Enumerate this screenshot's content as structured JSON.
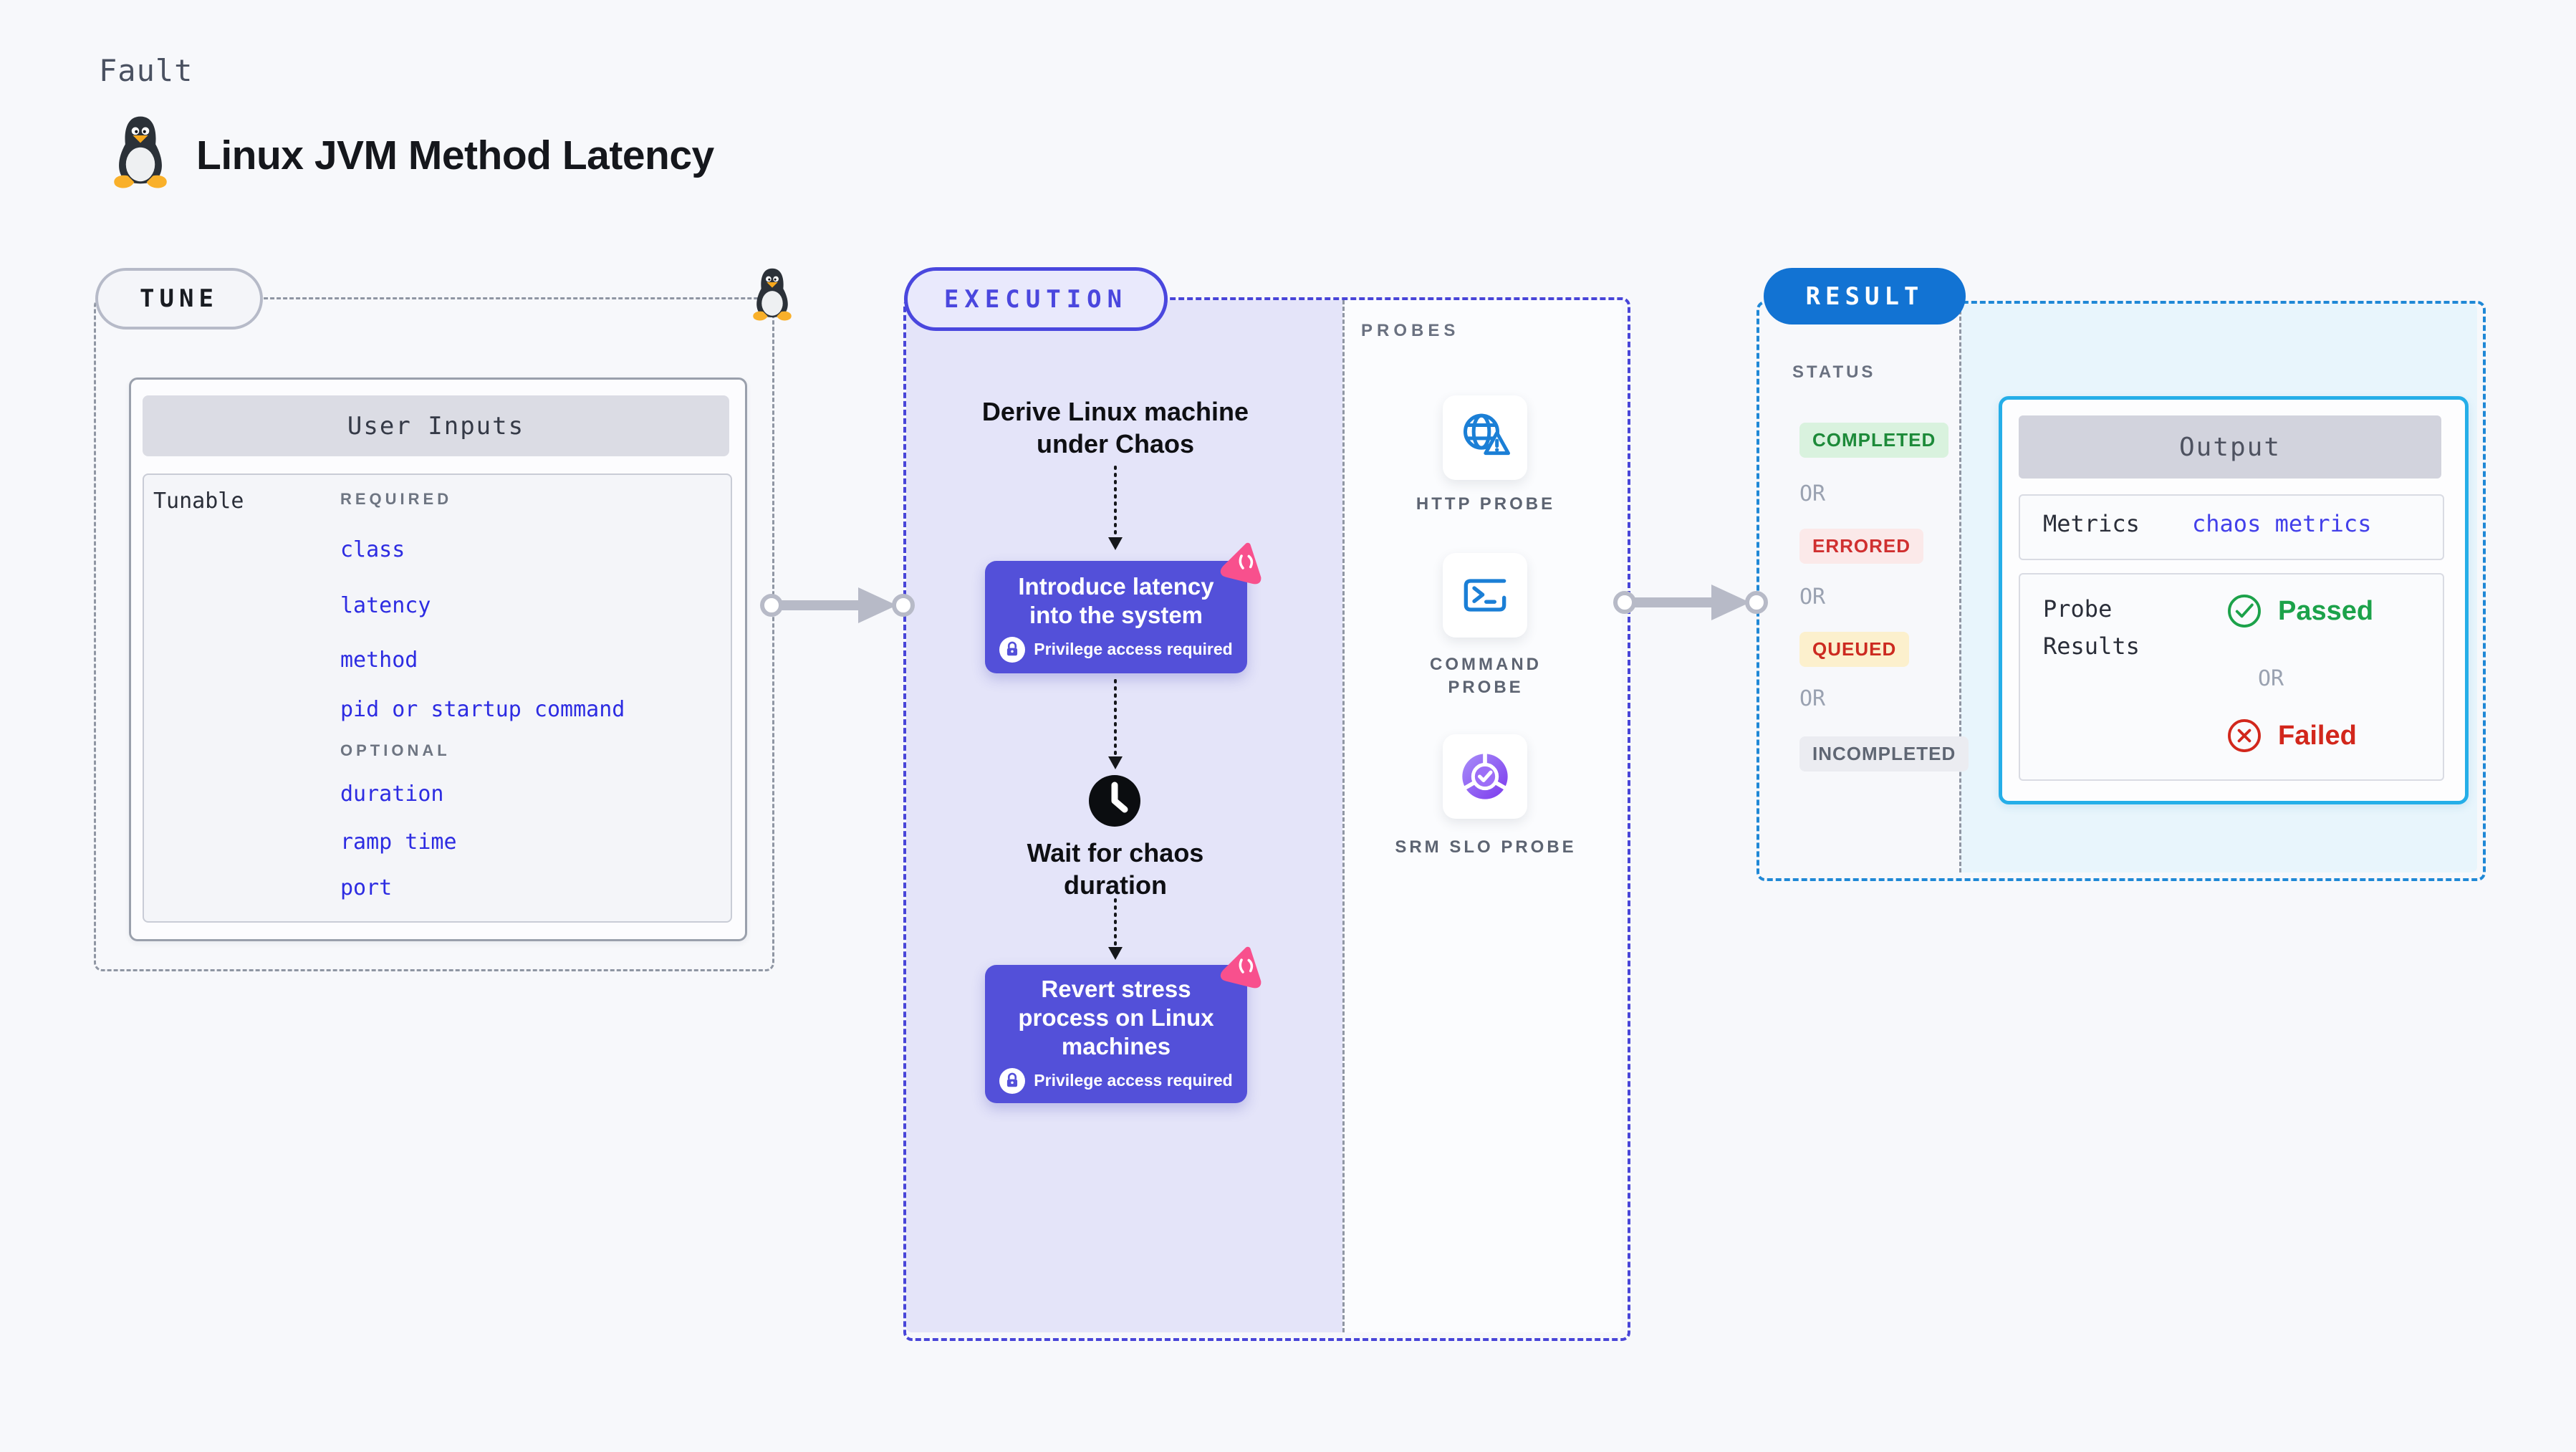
{
  "header": {
    "fault_label": "Fault",
    "title": "Linux JVM Method Latency"
  },
  "tune": {
    "pill_label": "TUNE",
    "card_title": "User Inputs",
    "row_label": "Tunable",
    "required_heading": "REQUIRED",
    "required_items": [
      "class",
      "latency",
      "method",
      "pid or startup command"
    ],
    "optional_heading": "OPTIONAL",
    "optional_items": [
      "duration",
      "ramp time",
      "port"
    ]
  },
  "execution": {
    "pill_label": "EXECUTION",
    "step1_line1": "Derive Linux machine",
    "step1_line2": "under Chaos",
    "action1_title": "Introduce latency into the system",
    "privilege_note": "Privilege access required",
    "wait_line1": "Wait for chaos",
    "wait_line2": "duration",
    "action2_title": "Revert stress process on Linux machines"
  },
  "probes": {
    "heading": "PROBES",
    "items": [
      {
        "label": "HTTP PROBE",
        "icon": "globe-warning-icon"
      },
      {
        "label": "COMMAND PROBE",
        "icon": "terminal-icon"
      },
      {
        "label": "SRM SLO PROBE",
        "icon": "slo-pie-check-icon"
      }
    ]
  },
  "result": {
    "pill_label": "RESULT",
    "status_heading": "STATUS",
    "statuses": [
      {
        "label": "COMPLETED"
      },
      {
        "label": "OR"
      },
      {
        "label": "ERRORED"
      },
      {
        "label": "OR"
      },
      {
        "label": "QUEUED"
      },
      {
        "label": "OR"
      },
      {
        "label": "INCOMPLETED"
      }
    ],
    "output": {
      "title": "Output",
      "metrics_label": "Metrics",
      "metrics_value": "chaos metrics",
      "probe_results_label": "Probe Results",
      "passed_label": "Passed",
      "or_label": "OR",
      "failed_label": "Failed"
    }
  },
  "icons": {
    "penguin": "tux-linux-icon",
    "lock": "lock-icon",
    "chaos_badge": "chaos-pink-badge-icon",
    "clock": "clock-icon",
    "http_probe": "globe-warning-icon",
    "command_probe": "terminal-icon",
    "srm_slo_probe": "slo-pie-check-icon",
    "passed": "check-circle-icon",
    "failed": "x-circle-icon",
    "arrow": "flow-arrow-icon"
  },
  "colors": {
    "page_bg": "#f7f8fb",
    "indigo_accent": "#4a47de",
    "lavender_bg": "#e4e4f9",
    "action_purple": "#5350d9",
    "param_blue": "#2d2ce2",
    "result_blue": "#1273d3",
    "result_dash_blue": "#1f88d6",
    "output_bg": "#e8f5fc",
    "output_border": "#25aee8",
    "completed_green": "#1d8a39",
    "errored_red": "#d03030",
    "queued_amber_bg": "#fcf0cd",
    "incompleted_gray": "#5f6673",
    "probe_icon_blue": "#1b7fd6",
    "slo_purple": "#8b5cf6",
    "pink_badge": "#f8508d",
    "arrow_gray": "#b7bac7"
  }
}
